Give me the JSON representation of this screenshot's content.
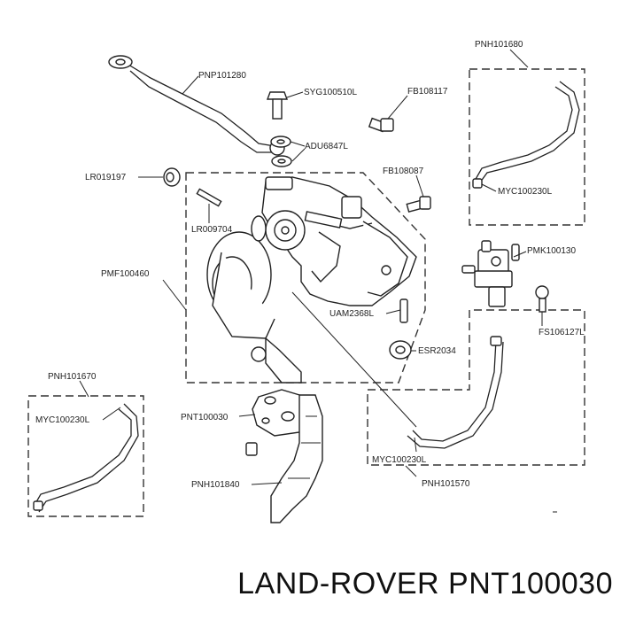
{
  "title": "LAND-ROVER PNT100030",
  "labels": {
    "pnh101680": "PNH101680",
    "pnp101280": "PNP101280",
    "syg100510l": "SYG100510L",
    "fb108117": "FB108117",
    "adu6847l": "ADU6847L",
    "lr019197": "LR019197",
    "fb108087": "FB108087",
    "myc100230l_top": "MYC100230L",
    "lr009704": "LR009704",
    "pmk100130": "PMK100130",
    "pmf100460": "PMF100460",
    "uam2368l": "UAM2368L",
    "fs106127l": "FS106127L",
    "esr2034": "ESR2034",
    "pnh101670": "PNH101670",
    "myc100230l_left": "MYC100230L",
    "pnt100030": "PNT100030",
    "myc100230l_bottom": "MYC100230L",
    "pnh101570": "PNH101570",
    "pnh101840": "PNH101840"
  }
}
